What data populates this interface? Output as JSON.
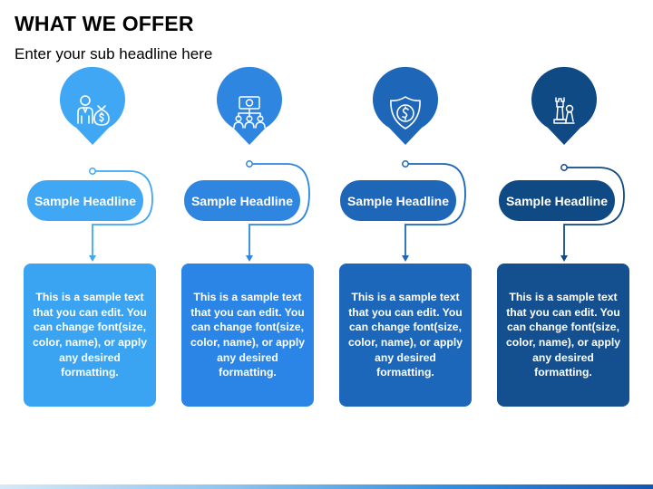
{
  "page": {
    "title": "WHAT WE OFFER",
    "subtitle": "Enter your sub headline here"
  },
  "items": [
    {
      "headline": "Sample Headline",
      "text": "This is a sample text that you can edit. You can change font(size, color, name), or apply any desired formatting.",
      "icon": "businessman-money-bag-icon",
      "color": "#3fa7f4",
      "box_color": "#3aa4f2"
    },
    {
      "headline": "Sample Headline",
      "text": "This is a sample text that you can edit. You can change font(size, color, name), or apply any desired formatting.",
      "icon": "money-team-network-icon",
      "color": "#2f86e0",
      "box_color": "#2b85e6"
    },
    {
      "headline": "Sample Headline",
      "text": "This is a sample text that you can edit. You can change font(size, color, name), or apply any desired formatting.",
      "icon": "dollar-shield-icon",
      "color": "#1e67b8",
      "box_color": "#1c67ba"
    },
    {
      "headline": "Sample Headline",
      "text": "This is a sample text that you can edit. You can change font(size, color, name), or apply any desired formatting.",
      "icon": "chess-rook-king-icon",
      "color": "#0f4a84",
      "box_color": "#14508f"
    }
  ]
}
